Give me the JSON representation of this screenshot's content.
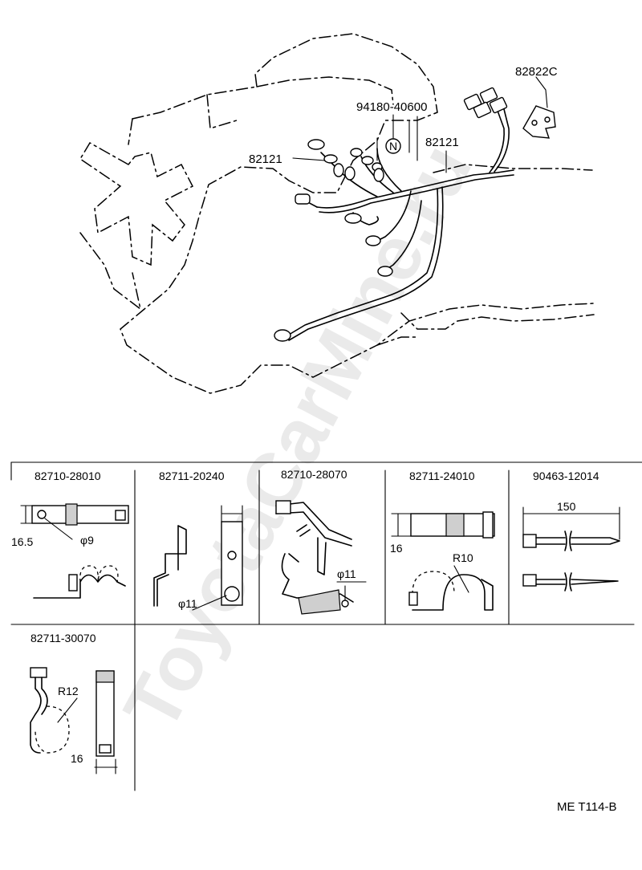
{
  "watermark": "ToyotaCarMine.ru",
  "overview": {
    "callouts": {
      "bracket": "82822C",
      "nut": "94180-40600",
      "nut_symbol": "N",
      "harness_left": "82121",
      "harness_right": "82121"
    }
  },
  "parts_table": {
    "cells": [
      {
        "part_no": "82710-28010",
        "dims": [
          "16.5",
          "φ9"
        ]
      },
      {
        "part_no": "82711-20240",
        "dims": [
          "φ11"
        ]
      },
      {
        "part_no": "82710-28070",
        "dims": [
          "φ11"
        ]
      },
      {
        "part_no": "82711-24010",
        "dims": [
          "16",
          "R10"
        ]
      },
      {
        "part_no": "90463-12014",
        "dims": [
          "150"
        ]
      },
      {
        "part_no": "82711-30070",
        "dims": [
          "R12",
          "16"
        ]
      }
    ]
  },
  "figure_code": "ME T114-B"
}
